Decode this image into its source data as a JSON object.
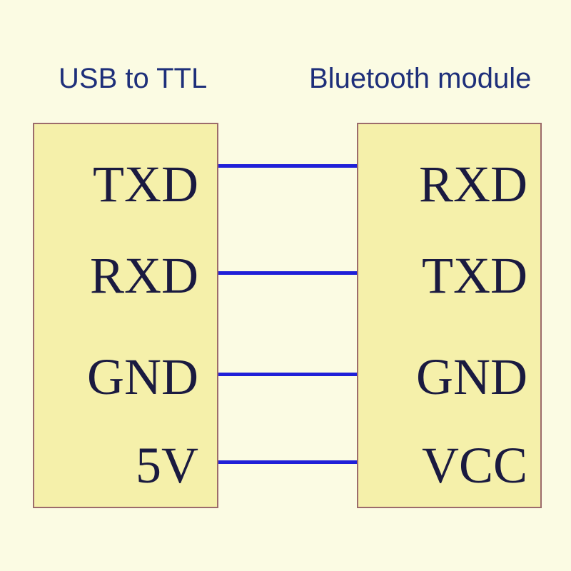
{
  "left_title": "USB to TTL",
  "right_title": "Bluetooth module",
  "left_pins": [
    "TXD",
    "RXD",
    "GND",
    "5V"
  ],
  "right_pins": [
    "RXD",
    "TXD",
    "GND",
    "VCC"
  ],
  "colors": {
    "background": "#fbfbe3",
    "box_fill": "#f5f0aa",
    "box_border": "#9c6b6b",
    "wire": "#1f1fd8",
    "title_text": "#1e2f7a",
    "pin_text": "#1a1a40"
  }
}
